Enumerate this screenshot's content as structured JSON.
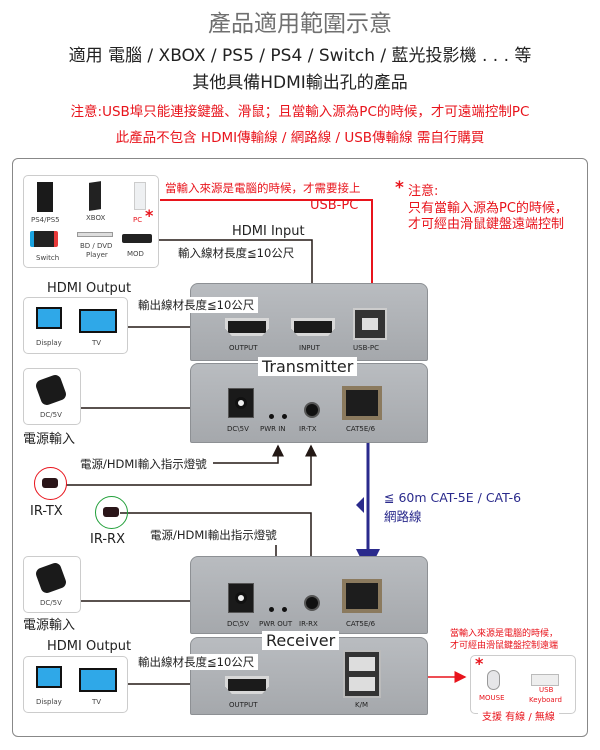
{
  "header": {
    "title": "產品適用範圍示意",
    "line1": "適用 電腦 / XBOX / PS5 / PS4 / Switch / 藍光投影機 . . . 等",
    "line2": "其他具備HDMI輸出孔的產品",
    "note1": "注意:USB埠只能連接鍵盤、滑鼠；且當輸入源為PC的時候，才可遠端控制PC",
    "note2": "此產品不包含 HDMI傳輸線 / 網路線 / USB傳輸線  需自行購買"
  },
  "sources": {
    "items": [
      "PS4/PS5",
      "XBOX",
      "PC",
      "Switch",
      "BD / DVD",
      "Player",
      "MOD"
    ],
    "pc_star": "*"
  },
  "usb_note": {
    "line": "當輸入來源是電腦的時候，才需要接上",
    "label": "USB-PC"
  },
  "side_note": {
    "star": "*",
    "title": "注意:",
    "line1": "只有當輸入源為PC的時候，",
    "line2": "才可經由滑鼠鍵盤遠端控制"
  },
  "hdmi_input": {
    "label": "HDMI Input",
    "length": "輸入線材長度≦10公尺"
  },
  "hdmi_output_tx": {
    "label": "HDMI Output",
    "length": "輸出線材長度≦10公尺",
    "display": "Display",
    "tv": "TV"
  },
  "transmitter": {
    "name": "Transmitter",
    "top_ports": [
      "OUTPUT",
      "INPUT",
      "USB-PC"
    ],
    "bottom_ports": [
      "DC\\5V",
      "PWR IN",
      "IR-TX",
      "CAT5E/6"
    ]
  },
  "power_tx": {
    "adapter": "DC/5V",
    "label": "電源輸入"
  },
  "indicator_in": "電源/HDMI輸入指示燈號",
  "ir_tx": "IR-TX",
  "ir_rx": "IR-RX",
  "indicator_out": "電源/HDMI輸出指示燈號",
  "cable": {
    "line1": "≦ 60m CAT-5E / CAT-6",
    "line2": "網路線"
  },
  "receiver": {
    "name": "Receiver",
    "top_ports": [
      "DC\\5V",
      "PWR OUT",
      "IR-RX",
      "CAT5E/6"
    ],
    "bottom_ports": [
      "OUTPUT",
      "K/M"
    ]
  },
  "power_rx": {
    "adapter": "DC/5V",
    "label": "電源輸入"
  },
  "hdmi_output_rx": {
    "label": "HDMI Output",
    "length": "輸出線材長度≦10公尺",
    "display": "Display",
    "tv": "TV"
  },
  "km_note": {
    "line1": "當輸入來源是電腦的時候，",
    "line2": "才可經由滑鼠鍵盤控制遠端"
  },
  "peripherals": {
    "star": "*",
    "mouse": "MOUSE",
    "keyboard_1": "USB",
    "keyboard_2": "Keyboard",
    "support": "支援 有線 / 無線"
  },
  "colors": {
    "red": "#e8141c",
    "blue": "#2a2a8c",
    "arrow": "#231815"
  }
}
